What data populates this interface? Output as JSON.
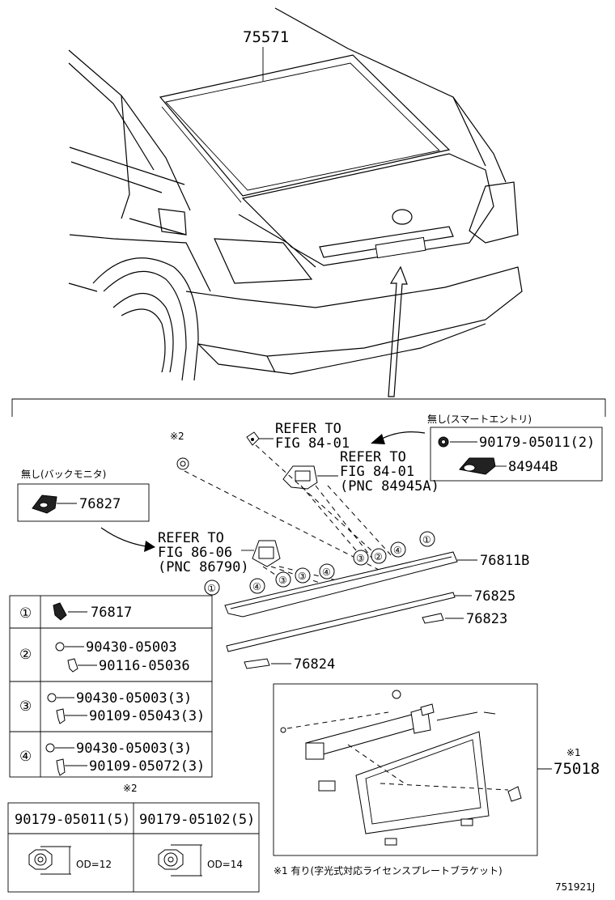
{
  "top": {
    "windshield_part": "75571"
  },
  "callouts": {
    "c1": "①",
    "c2": "②",
    "c3": "③",
    "c4": "④"
  },
  "notes": {
    "mark2": "※2",
    "mark1": "※1",
    "no_back_monitor": "無し(バックモニタ)",
    "no_smart_entry": "無し(スマートエントリ)",
    "footnote": "※1 有り(字光式対応ライセンスプレートブラケット)"
  },
  "refers": [
    {
      "line1": "REFER TO",
      "line2": "FIG 84-01",
      "line3": ""
    },
    {
      "line1": "REFER TO",
      "line2": "FIG 84-01",
      "line3": "(PNC 84945A)"
    },
    {
      "line1": "REFER TO",
      "line2": "FIG 86-06",
      "line3": "(PNC 86790)"
    }
  ],
  "parts": {
    "p76827": "76827",
    "p90179_05011_2": "90179-05011(2)",
    "p84944B": "84944B",
    "p76811B": "76811B",
    "p76825": "76825",
    "p76823": "76823",
    "p76824": "76824",
    "p75018": "75018"
  },
  "kit_table": {
    "rows": [
      {
        "mark": "①",
        "items": [
          "76817"
        ]
      },
      {
        "mark": "②",
        "items": [
          "90430-05003",
          "90116-05036"
        ]
      },
      {
        "mark": "③",
        "items": [
          "90430-05003(3)",
          "90109-05043(3)"
        ]
      },
      {
        "mark": "④",
        "items": [
          "90430-05003(3)",
          "90109-05072(3)"
        ]
      }
    ]
  },
  "nut_table": {
    "headers": [
      "90179-05011(5)",
      "90179-05102(5)"
    ],
    "od": [
      "OD=12",
      "OD=14"
    ]
  },
  "figure_id": "751921J"
}
